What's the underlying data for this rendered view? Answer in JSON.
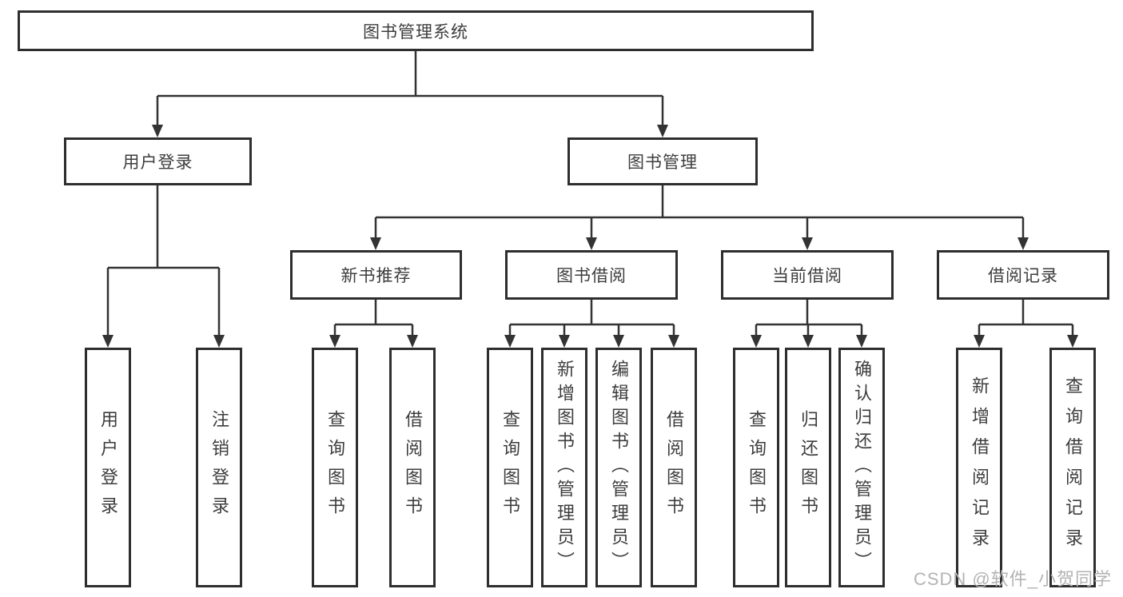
{
  "diagram": {
    "title": "图书管理系统",
    "type": "hierarchy-tree",
    "colors": {
      "line": "#333333",
      "box_border": "#2e2e2e",
      "text": "#3d3d3d",
      "watermark": "#b3b3b3",
      "background": "#ffffff"
    },
    "nodes": {
      "root": {
        "label": "图书管理系统"
      },
      "user_login": {
        "label": "用户登录"
      },
      "book_mgmt": {
        "label": "图书管理"
      },
      "new_book_rec": {
        "label": "新书推荐"
      },
      "book_borrow": {
        "label": "图书借阅"
      },
      "current_borrow": {
        "label": "当前借阅"
      },
      "borrow_records": {
        "label": "借阅记录"
      },
      "leaf_user_login": {
        "label": "用户登录"
      },
      "leaf_logout": {
        "label": "注销登录"
      },
      "leaf_query_book_a": {
        "label": "查询图书"
      },
      "leaf_borrow_book_a": {
        "label": "借阅图书"
      },
      "leaf_query_book_b": {
        "label": "查询图书"
      },
      "leaf_add_book": {
        "label": "新增图书（管理员）"
      },
      "leaf_edit_book": {
        "label": "编辑图书（管理员）"
      },
      "leaf_borrow_book_b": {
        "label": "借阅图书"
      },
      "leaf_query_book_c": {
        "label": "查询图书"
      },
      "leaf_return_book": {
        "label": "归还图书"
      },
      "leaf_confirm_return": {
        "label": "确认归还（管理员）"
      },
      "leaf_add_record": {
        "label": "新增借阅记录"
      },
      "leaf_query_record": {
        "label": "查询借阅记录"
      }
    },
    "edges": [
      {
        "from": "root",
        "to": [
          "user_login",
          "book_mgmt"
        ]
      },
      {
        "from": "user_login",
        "to": [
          "leaf_user_login",
          "leaf_logout"
        ]
      },
      {
        "from": "book_mgmt",
        "to": [
          "new_book_rec",
          "book_borrow",
          "current_borrow",
          "borrow_records"
        ]
      },
      {
        "from": "new_book_rec",
        "to": [
          "leaf_query_book_a",
          "leaf_borrow_book_a"
        ]
      },
      {
        "from": "book_borrow",
        "to": [
          "leaf_query_book_b",
          "leaf_add_book",
          "leaf_edit_book",
          "leaf_borrow_book_b"
        ]
      },
      {
        "from": "current_borrow",
        "to": [
          "leaf_query_book_c",
          "leaf_return_book",
          "leaf_confirm_return"
        ]
      },
      {
        "from": "borrow_records",
        "to": [
          "leaf_add_record",
          "leaf_query_record"
        ]
      }
    ],
    "watermark": "CSDN @软件_小贺同学"
  }
}
